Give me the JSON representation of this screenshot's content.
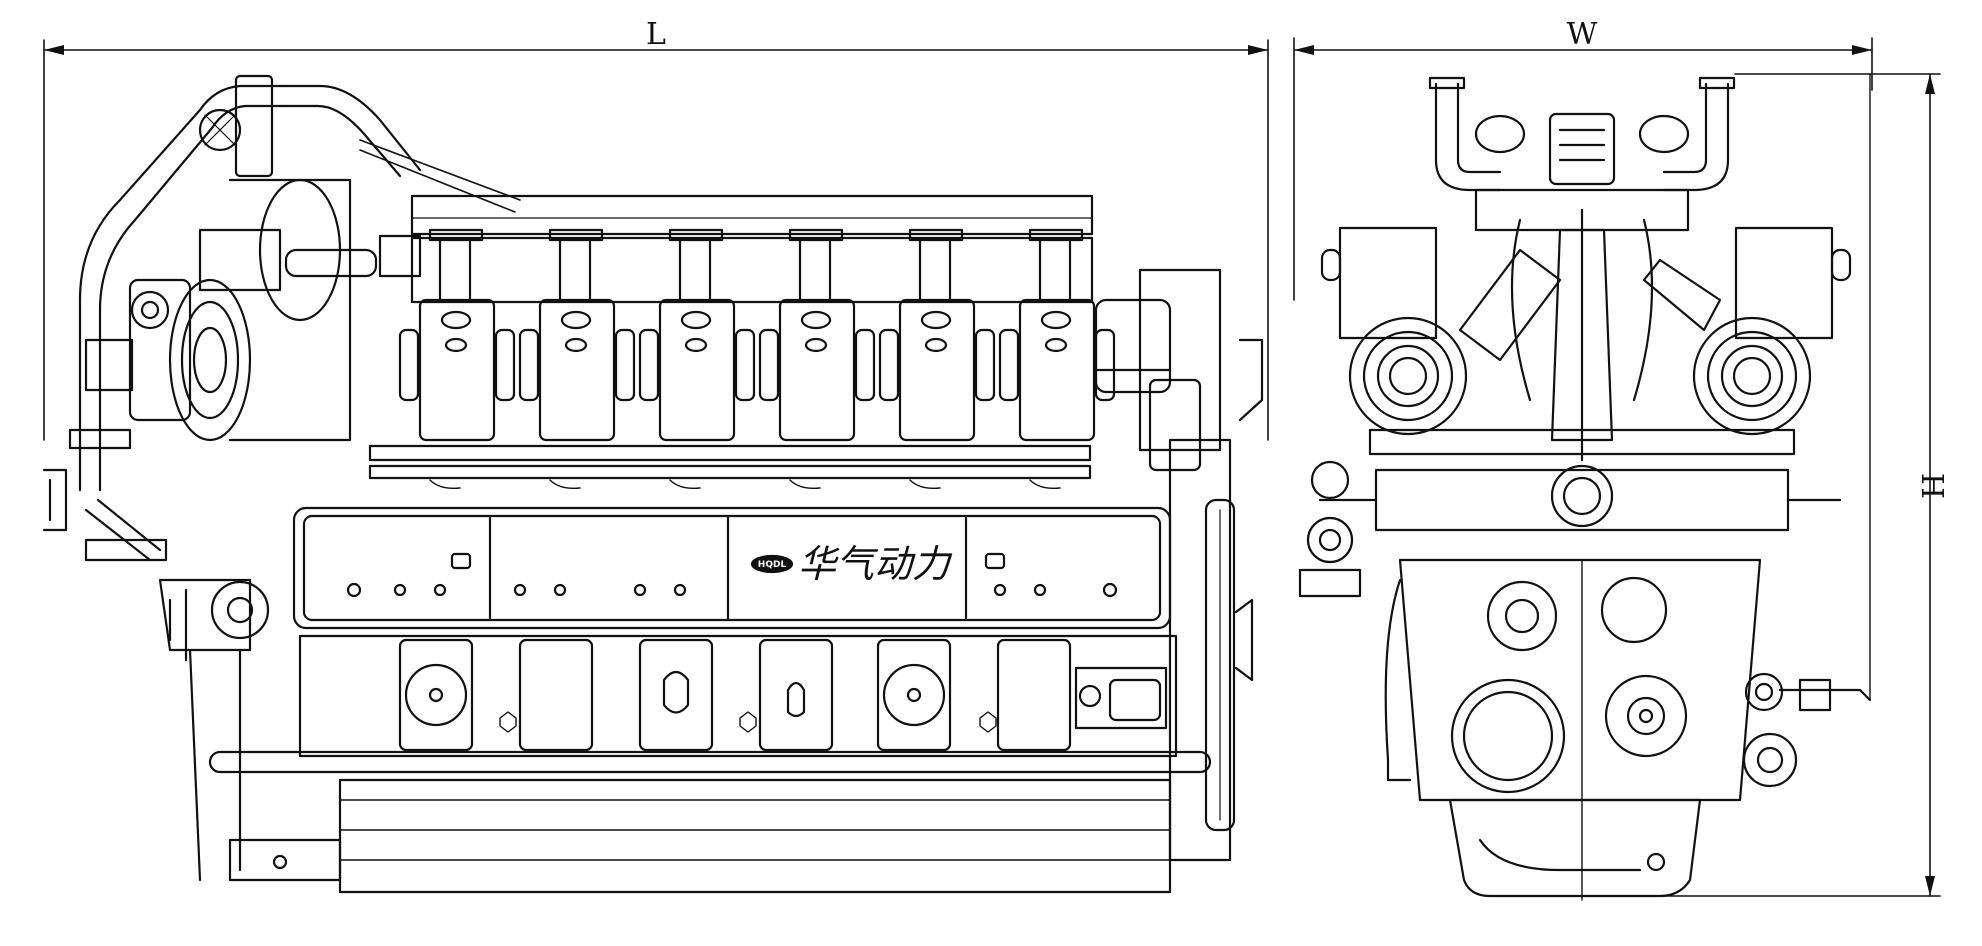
{
  "dimensions": {
    "length_label": "L",
    "width_label": "W",
    "height_label": "H"
  },
  "side_view": {
    "cylinders_per_bank": 6,
    "nameplate_text": "华气动力",
    "nameplate_logo": "HQDL"
  },
  "front_view": {
    "turbochargers": 2
  },
  "colors": {
    "line": "#111111",
    "background": "#ffffff"
  }
}
